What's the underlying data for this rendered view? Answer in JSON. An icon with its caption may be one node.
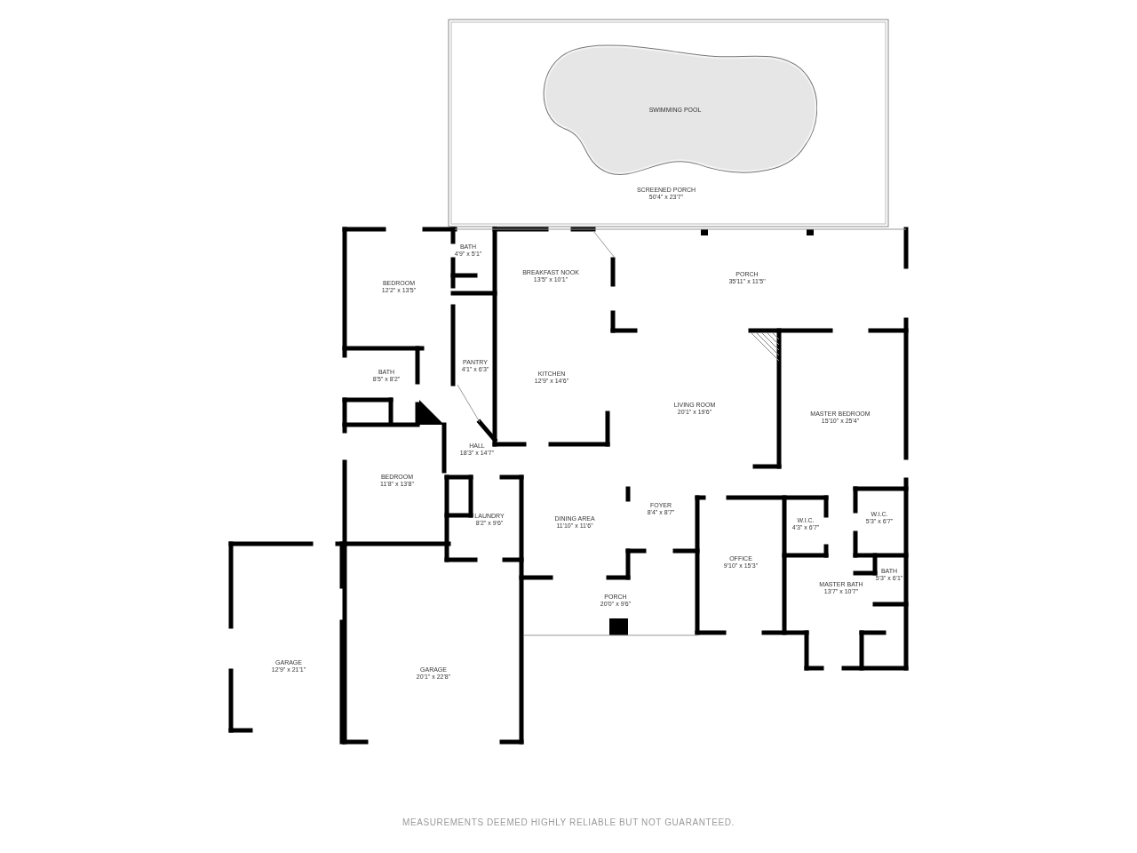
{
  "diagram": {
    "caption": "MEASUREMENTS DEEMED HIGHLY RELIABLE BUT NOT GUARANTEED.",
    "nodes": [
      {
        "text": [
          "SCREENED PORCH",
          "50'4\" x 23'7\""
        ]
      },
      {
        "text": [
          "SWIMMING POOL"
        ],
        "in": 0
      },
      {
        "text": [
          "BEDROOM",
          "12'2\" x 13'5\""
        ]
      },
      {
        "text": [
          "BATH",
          "4'9\" x 5'1\""
        ]
      },
      {
        "text": [
          "BREAKFAST NOOK",
          "13'5\" x 10'1\""
        ]
      },
      {
        "text": [
          "PORCH",
          "35'11\" x 11'5\""
        ]
      },
      {
        "text": [
          "BATH",
          "8'5\" x 8'2\""
        ]
      },
      {
        "text": [
          "PANTRY",
          "4'1\" x 6'3\""
        ]
      },
      {
        "text": [
          "KITCHEN",
          "12'9\" x 14'6\""
        ]
      },
      {
        "text": [
          "LIVING ROOM",
          "20'1\" x 19'6\""
        ]
      },
      {
        "text": [
          "MASTER BEDROOM",
          "15'10\" x 25'4\""
        ]
      },
      {
        "text": [
          "HALL",
          "18'3\" x 14'7\""
        ]
      },
      {
        "text": [
          "BEDROOM",
          "11'8\" x 13'8\""
        ]
      },
      {
        "text": [
          "LAUNDRY",
          "8'2\" x 9'6\""
        ]
      },
      {
        "text": [
          "DINING AREA",
          "11'10\" x 11'6\""
        ]
      },
      {
        "text": [
          "FOYER",
          "8'4\" x 8'7\""
        ]
      },
      {
        "text": [
          "OFFICE",
          "9'10\" x 15'3\""
        ]
      },
      {
        "text": [
          "W.I.C.",
          "4'3\" x 6'7\""
        ]
      },
      {
        "text": [
          "W.I.C.",
          "5'3\" x 6'7\""
        ]
      },
      {
        "text": [
          "BATH",
          "5'3\" x 6'1\""
        ]
      },
      {
        "text": [
          "MASTER BATH",
          "13'7\" x 10'7\""
        ]
      },
      {
        "text": [
          "PORCH",
          "20'0\" x 9'6\""
        ]
      },
      {
        "text": [
          "GARAGE",
          "12'9\" x 21'1\""
        ]
      },
      {
        "text": [
          "GARAGE",
          "20'1\" x 22'8\""
        ]
      }
    ]
  }
}
